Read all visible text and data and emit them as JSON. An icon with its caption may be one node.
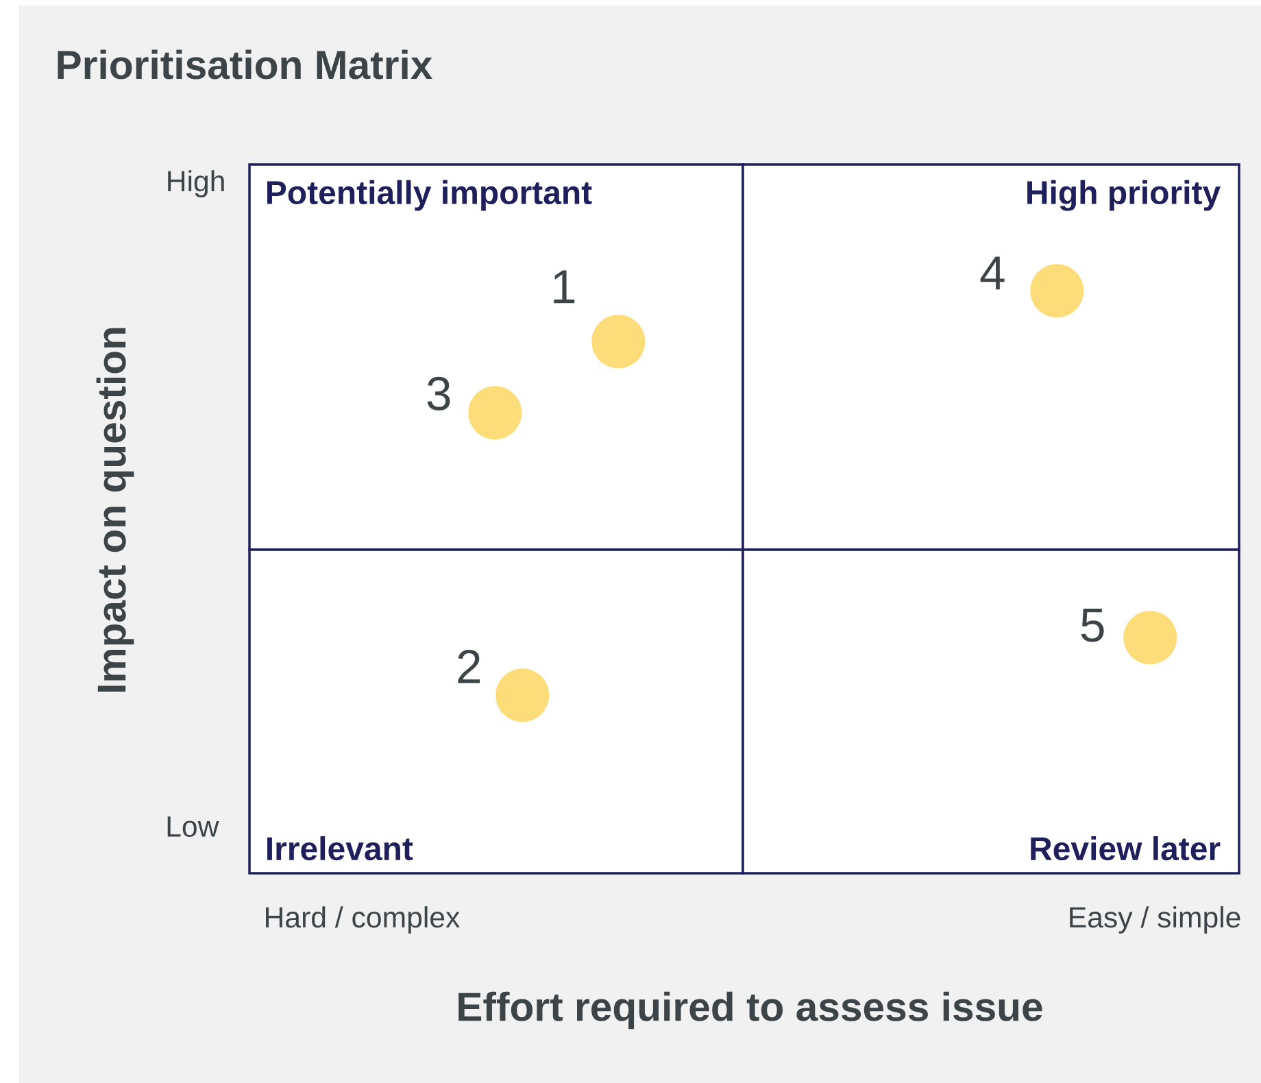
{
  "diagram": {
    "title": "Prioritisation Matrix",
    "nodes": [
      {
        "text": [
          "Potentially important"
        ]
      },
      {
        "text": [
          "High priority"
        ]
      },
      {
        "text": [
          "Irrelevant"
        ]
      },
      {
        "text": [
          "Review later"
        ]
      },
      {
        "text": [],
        "shape": "circle",
        "beside": [
          "1"
        ],
        "in": 0
      },
      {
        "text": [],
        "shape": "circle",
        "beside": [
          "3"
        ],
        "in": 0
      },
      {
        "text": [],
        "shape": "circle",
        "beside": [
          "4"
        ],
        "in": 1
      },
      {
        "text": [],
        "shape": "circle",
        "beside": [
          "2"
        ],
        "in": 2
      },
      {
        "text": [],
        "shape": "circle",
        "beside": [
          "5"
        ],
        "in": 3
      }
    ],
    "labels": [
      "High",
      "Impact on question",
      "Low",
      "Hard / complex",
      "Easy / simple",
      "Effort required to assess issue"
    ]
  }
}
